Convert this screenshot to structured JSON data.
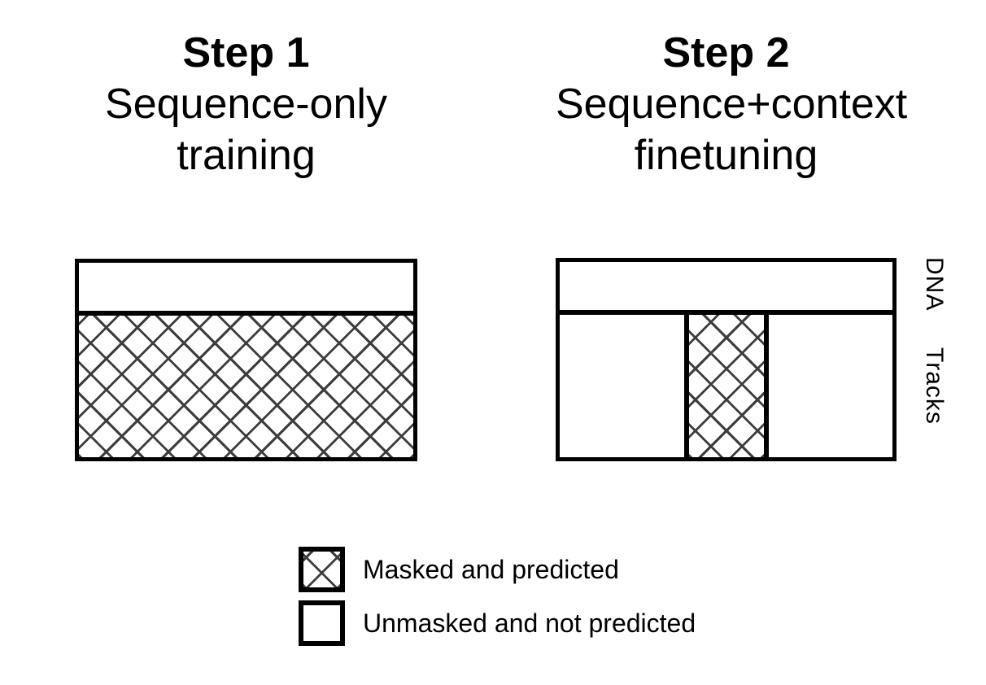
{
  "figure": {
    "step1": {
      "heading": "Step 1",
      "subtitle_line1": "Sequence-only",
      "subtitle_line2": "training",
      "bands": {
        "dna_fill": "plain",
        "tracks_fill": "crosshatch"
      }
    },
    "step2": {
      "heading": "Step 2",
      "subtitle_line1": "Sequence+context",
      "subtitle_line2": "finetuning",
      "bands": {
        "dna_fill": "plain",
        "tracks_fill_left": "plain",
        "tracks_fill_middle": "crosshatch",
        "tracks_fill_right": "plain"
      }
    },
    "row_labels": {
      "dna": "DNA",
      "tracks": "Tracks"
    },
    "legend": {
      "masked": {
        "swatch": "crosshatch-square-icon",
        "label": "Masked and predicted"
      },
      "unmasked": {
        "swatch": "plain-square-icon",
        "label": "Unmasked and not predicted"
      }
    },
    "colors": {
      "ink": "#000000",
      "background": "#ffffff",
      "hatch_line": "#3d3d3d"
    }
  }
}
